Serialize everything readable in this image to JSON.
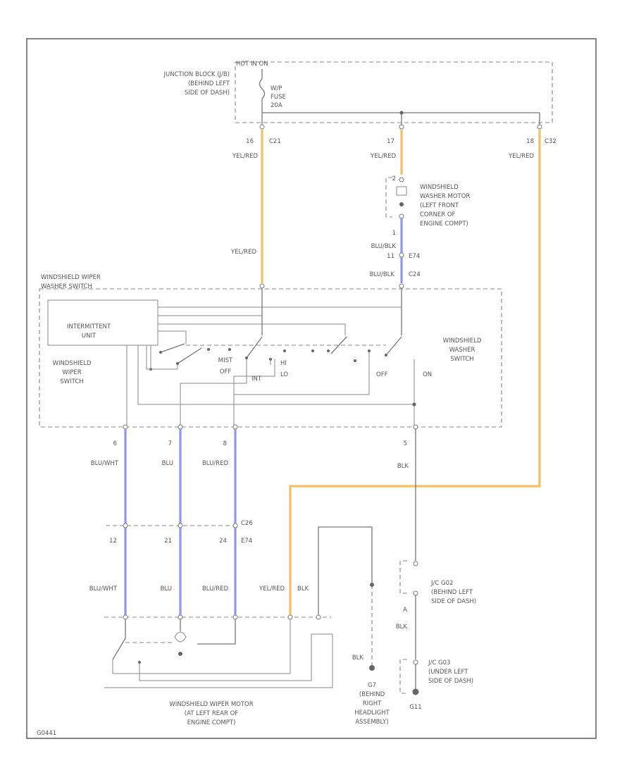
{
  "colors": {
    "yel_red": "#f2bf63",
    "blu": "#8f95f4",
    "wire": "#777777"
  },
  "labels": {
    "hot_at_all_times": "HOT IN ON",
    "junction_block": [
      "JUNCTION BLOCK (J/B)",
      "(BEHIND LEFT",
      "SIDE OF DASH)"
    ],
    "fuse": [
      "W/P",
      "FUSE",
      "20A"
    ],
    "pin_16a": "16",
    "conn_1a": "C21",
    "pin_17": "17",
    "pin_18": "18",
    "conn_1b": "C32",
    "wire_yelred_1": "YEL/RED",
    "wire_yelred_2": "YEL/RED",
    "wire_yelred_3": "YEL/RED",
    "washer_motor": [
      "WINDSHIELD",
      "WASHER MOTOR",
      "(LEFT FRONT",
      "CORNER OF",
      "ENGINE COMPT)"
    ],
    "pin_2": "2",
    "pin_1": "1",
    "pin_11": "11",
    "conn_e74a": "E74",
    "wire_blublk_1": "BLU/BLK",
    "wire_blublk_2": "BLU/BLK",
    "conn_c24": "C24",
    "wire_yelred_4": "YEL/RED",
    "switch_title": [
      "WINDSHIELD WIPER",
      "WASHER SWITCH"
    ],
    "intermittent": [
      "INTERMITTENT",
      "UNIT"
    ],
    "wiper_switch": [
      "WINDSHIELD",
      "WIPER",
      "SWITCH"
    ],
    "mist": "MIST",
    "off": "OFF",
    "hi": "HI",
    "int": "INT",
    "lo": "LO",
    "off2": "OFF",
    "on": "ON",
    "washer_switch": [
      "WINDSHIELD",
      "WASHER",
      "SWITCH"
    ],
    "pin_6": "6",
    "pin_7": "7",
    "pin_8": "8",
    "pin_5": "5",
    "wire_bluwht_1": "BLU/WHT",
    "wire_blu_1": "BLU",
    "wire_blured_1": "BLU/RED",
    "wire_blk_1": "BLK",
    "conn_c26": "C26",
    "pin_12": "12",
    "pin_21": "21",
    "pin_24": "24",
    "conn_e74b": "E74",
    "wire_bluwht_2": "BLU/WHT",
    "wire_blu_2": "BLU",
    "wire_blured_2": "BLU/RED",
    "wire_yelred_5": "YEL/RED",
    "wire_blk_2": "BLK",
    "jc_top": [
      "J/C G02",
      "(BEHIND LEFT",
      "SIDE OF DASH)"
    ],
    "pin_a": "A",
    "wire_blk_3": "BLK",
    "wire_blk_4": "BLK",
    "jc_bottom": [
      "J/C G03",
      "(UNDER LEFT",
      "SIDE OF DASH)"
    ],
    "ground_g7": [
      "G7",
      "(BEHIND",
      "RIGHT",
      "HEADLIGHT",
      "ASSEMBLY)"
    ],
    "ground_g11": "G11",
    "motor": [
      "WINDSHIELD WIPER MOTOR",
      "(AT LEFT REAR OF",
      "ENGINE COMPT)"
    ],
    "diagram_id": "G0441"
  }
}
